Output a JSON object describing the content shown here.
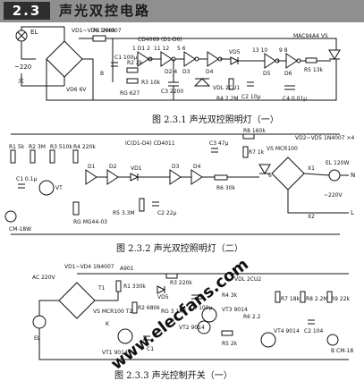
{
  "header": {
    "section_number": "2.3",
    "section_title": "声光双控电路"
  },
  "diagrams": [
    {
      "caption": "图 2.3.1   声光双控照明灯（一）",
      "labels": {
        "el": "EL",
        "ac": "~220",
        "fire": "火",
        "bridge": "VD1~VD4 1N4007",
        "r1": "R1 200k",
        "vd6": "VD6 6V",
        "c1": "C1 100μ",
        "b": "B",
        "r2": "R2 2k",
        "r3": "R3 10k",
        "rg": "RG 627",
        "ic": "CD4069 (D1-D6)",
        "scr": "MAC94A4 VS",
        "vd5": "VD5",
        "r4": "R4 2.2M",
        "c2": "C2 10μ",
        "r5": "R5 13k",
        "c3": "C3 2200",
        "vdl": "VDL 2CU1",
        "c4": "C4 0.01μ",
        "d1": "1 D1 2",
        "d2": "D2 4",
        "d3": "D3",
        "d4": "D4",
        "d5": "D5",
        "d6": "D6",
        "d2pins": "11 12",
        "d3pins": "5 6",
        "d5pins": "13 10",
        "d6pins": "9 8"
      }
    },
    {
      "caption": "图 2.3.2   声光双控照明灯（二）",
      "labels": {
        "r1": "R1 5k",
        "r2": "R2 3M",
        "r3": "R3 510k",
        "r4": "R4 220k",
        "r5": "R5 3.3M",
        "c1": "C1 0.1μ",
        "vt": "VT",
        "mic": "CM-18W",
        "rg": "RG MG44-03",
        "ic": "IC(D1-D4) CD4011",
        "c2": "C2 22μ",
        "vd1": "VD1",
        "r6": "R6 30k",
        "c3": "C3 47μ",
        "r7": "R7 1k",
        "r8": "R8 160k",
        "vs": "VS MCR100",
        "vd25": "VD2~VD5 1N4007 ×4",
        "el": "EL 120W",
        "n": "N",
        "l": "L",
        "x1": "X1",
        "x2": "X2",
        "ac": "~220V",
        "d1": "D1",
        "d2": "D2",
        "d3": "D3",
        "d4": "D4",
        "pin6": "6"
      }
    },
    {
      "caption": "图 2.3.3   声光控制开关（一）",
      "labels": {
        "ac": "AC 220V",
        "bridge": "VD1~VD4 1N4007",
        "a901": "A901",
        "r1": "R1 330k",
        "vs": "VS MCR100 T2",
        "t1": "T1",
        "k": "K",
        "vd5": "VD5",
        "r2": "R2 680k",
        "r3": "R3 220k",
        "c": "C 100μ",
        "rg": "RG 3 1A7",
        "vdl": "VDL 2CU2",
        "vt1": "VT1 9014",
        "vt2": "VT2 9014",
        "vt3": "VT3 9014",
        "vt4": "VT4 9014",
        "r4": "R4 3k",
        "r5": "R5 2k",
        "r6": "R6 2.2",
        "r7": "R7 18k",
        "r8": "R8 2.2M",
        "r9": "R9 22k",
        "c1": "C1",
        "c2": "C2 104",
        "el": "EL",
        "mic": "B CM-18",
        "watermark": "www.elecfans.com"
      }
    }
  ]
}
